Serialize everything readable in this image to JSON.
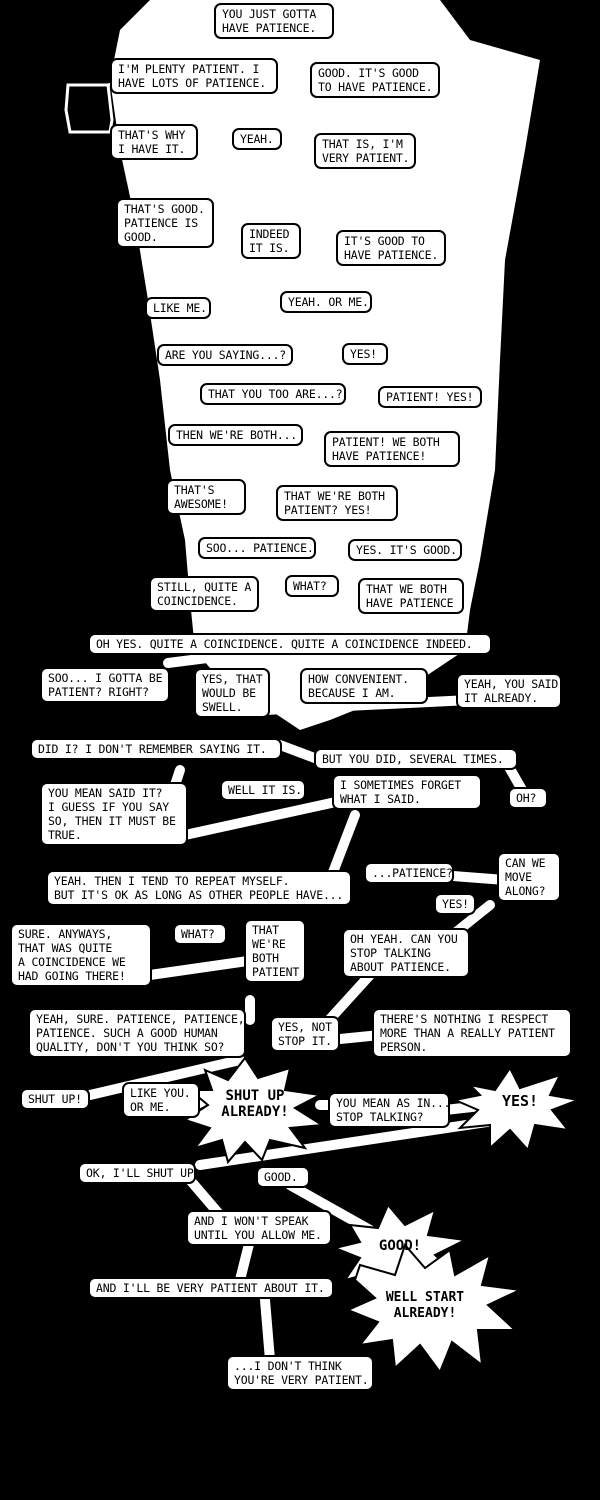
{
  "bubbles": {
    "b01": "YOU JUST GOTTA\nHAVE PATIENCE.",
    "b02": "I'M PLENTY PATIENT. I\nHAVE LOTS OF PATIENCE.",
    "b03": "GOOD. IT'S GOOD\nTO HAVE PATIENCE.",
    "b04": "THAT'S WHY\nI HAVE IT.",
    "b05": "YEAH.",
    "b06": "THAT IS, I'M\nVERY PATIENT.",
    "b07": "THAT'S GOOD.\nPATIENCE IS\nGOOD.",
    "b08": "INDEED\nIT IS.",
    "b09": "IT'S GOOD TO\nHAVE PATIENCE.",
    "b10": "LIKE ME.",
    "b11": "YEAH. OR ME.",
    "b12": "ARE YOU SAYING...?",
    "b13": "YES!",
    "b14": "THAT YOU TOO ARE...?",
    "b15": "PATIENT! YES!",
    "b16": "THEN WE'RE BOTH...",
    "b17": "PATIENT! WE BOTH\nHAVE PATIENCE!",
    "b18": "THAT'S\nAWESOME!",
    "b19": "THAT WE'RE BOTH\nPATIENT? YES!",
    "b20": "SOO... PATIENCE.",
    "b21": "YES. IT'S GOOD.",
    "b22": "STILL, QUITE A\nCOINCIDENCE.",
    "b23": "WHAT?",
    "b24": "THAT WE BOTH\nHAVE PATIENCE",
    "b25": "OH YES. QUITE A COINCIDENCE. QUITE A COINCIDENCE INDEED.",
    "b26": "SOO... I GOTTA BE\nPATIENT? RIGHT?",
    "b27": "YES, THAT\nWOULD BE\nSWELL.",
    "b28": "HOW CONVENIENT.\nBECAUSE I AM.",
    "b29": "YEAH, YOU SAID\nIT ALREADY.",
    "b30": "DID I? I DON'T REMEMBER SAYING IT.",
    "b31": "BUT YOU DID, SEVERAL TIMES.",
    "b32": "WELL IT IS.",
    "b33": "I SOMETIMES FORGET\nWHAT I SAID.",
    "b34": "YOU MEAN SAID IT?\nI GUESS IF YOU SAY\nSO, THEN IT MUST BE\nTRUE.",
    "b35": "OH?",
    "b36": "...PATIENCE?",
    "b37": "CAN WE\nMOVE\nALONG?",
    "b38": "YEAH. THEN I TEND TO REPEAT MYSELF.\nBUT IT'S OK AS LONG AS OTHER PEOPLE HAVE...",
    "b39": "YES!",
    "b40": "SURE. ANYWAYS,\nTHAT WAS QUITE\nA COINCIDENCE WE\nHAD GOING THERE!",
    "b41": "WHAT?",
    "b42": "THAT\nWE'RE\nBOTH\nPATIENT",
    "b43": "OH YEAH. CAN YOU\nSTOP TALKING\nABOUT PATIENCE.",
    "b44": "YEAH, SURE. PATIENCE, PATIENCE,\nPATIENCE. SUCH A GOOD HUMAN\nQUALITY, DON'T YOU THINK SO?",
    "b45": "YES, NOT\nSTOP IT.",
    "b46": "THERE'S NOTHING I RESPECT\nMORE THAN A REALLY PATIENT\nPERSON.",
    "b47": "SHUT UP!",
    "b48": "LIKE YOU.\nOR ME.",
    "b49": "YOU MEAN AS IN...\nSTOP TALKING?",
    "b50": "OK, I'LL SHUT UP.",
    "b51": "GOOD.",
    "b52": "AND I WON'T SPEAK\nUNTIL YOU ALLOW ME.",
    "b53": "AND I'LL BE VERY PATIENT ABOUT IT.",
    "b54": "...I DON'T THINK\nYOU'RE VERY PATIENT."
  },
  "bursts": {
    "k1": "SHUT UP\nALREADY!",
    "k2": "YES!",
    "k3": "GOOD!",
    "k4": "WELL START\nALREADY!"
  }
}
